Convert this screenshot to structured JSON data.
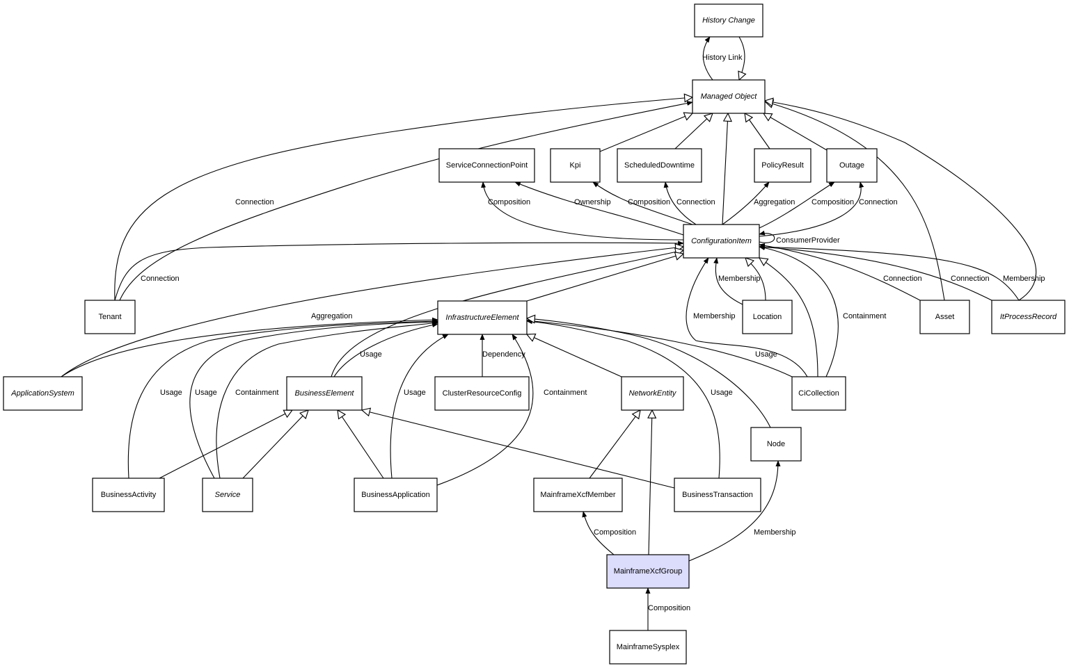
{
  "diagram": {
    "title": "MainframeXcfGroup class relationships",
    "nodes": [
      {
        "id": "HistoryChange",
        "label": "History Change",
        "abstract": true
      },
      {
        "id": "ManagedObject",
        "label": "Managed Object",
        "abstract": true
      },
      {
        "id": "ServiceConnectionPoint",
        "label": "ServiceConnectionPoint",
        "abstract": false
      },
      {
        "id": "Kpi",
        "label": "Kpi",
        "abstract": false
      },
      {
        "id": "ScheduledDowntime",
        "label": "ScheduledDowntime",
        "abstract": false
      },
      {
        "id": "PolicyResult",
        "label": "PolicyResult",
        "abstract": false
      },
      {
        "id": "Outage",
        "label": "Outage",
        "abstract": false
      },
      {
        "id": "ConfigurationItem",
        "label": "ConfigurationItem",
        "abstract": true
      },
      {
        "id": "Tenant",
        "label": "Tenant",
        "abstract": false
      },
      {
        "id": "InfrastructureElement",
        "label": "InfrastructureElement",
        "abstract": true
      },
      {
        "id": "Location",
        "label": "Location",
        "abstract": false
      },
      {
        "id": "Asset",
        "label": "Asset",
        "abstract": false
      },
      {
        "id": "ItProcessRecord",
        "label": "ItProcessRecord",
        "abstract": true
      },
      {
        "id": "ApplicationSystem",
        "label": "ApplicationSystem",
        "abstract": true
      },
      {
        "id": "BusinessElement",
        "label": "BusinessElement",
        "abstract": true
      },
      {
        "id": "ClusterResourceConfig",
        "label": "ClusterResourceConfig",
        "abstract": false
      },
      {
        "id": "NetworkEntity",
        "label": "NetworkEntity",
        "abstract": true
      },
      {
        "id": "CiCollection",
        "label": "CiCollection",
        "abstract": false
      },
      {
        "id": "Node",
        "label": "Node",
        "abstract": false
      },
      {
        "id": "BusinessActivity",
        "label": "BusinessActivity",
        "abstract": false
      },
      {
        "id": "Service",
        "label": "Service",
        "abstract": true
      },
      {
        "id": "BusinessApplication",
        "label": "BusinessApplication",
        "abstract": false
      },
      {
        "id": "MainframeXcfMember",
        "label": "MainframeXcfMember",
        "abstract": false
      },
      {
        "id": "BusinessTransaction",
        "label": "BusinessTransaction",
        "abstract": false
      },
      {
        "id": "MainframeXcfGroup",
        "label": "MainframeXcfGroup",
        "abstract": false,
        "highlight": true
      },
      {
        "id": "MainframeSysplex",
        "label": "MainframeSysplex",
        "abstract": false
      }
    ],
    "edges": [
      {
        "from": "ManagedObject",
        "to": "HistoryChange",
        "kind": "association",
        "label": "History Link"
      },
      {
        "from": "HistoryChange",
        "to": "ManagedObject",
        "kind": "inheritance",
        "label": ""
      },
      {
        "from": "Tenant",
        "to": "ManagedObject",
        "kind": "inheritance",
        "label": ""
      },
      {
        "from": "Tenant",
        "to": "ManagedObject",
        "kind": "association",
        "label": "Connection"
      },
      {
        "from": "Kpi",
        "to": "ManagedObject",
        "kind": "inheritance",
        "label": ""
      },
      {
        "from": "ScheduledDowntime",
        "to": "ManagedObject",
        "kind": "inheritance",
        "label": ""
      },
      {
        "from": "ConfigurationItem",
        "to": "ManagedObject",
        "kind": "inheritance",
        "label": ""
      },
      {
        "from": "PolicyResult",
        "to": "ManagedObject",
        "kind": "inheritance",
        "label": ""
      },
      {
        "from": "Outage",
        "to": "ManagedObject",
        "kind": "inheritance",
        "label": ""
      },
      {
        "from": "Asset",
        "to": "ManagedObject",
        "kind": "inheritance",
        "label": ""
      },
      {
        "from": "ItProcessRecord",
        "to": "ManagedObject",
        "kind": "inheritance",
        "label": ""
      },
      {
        "from": "ConfigurationItem",
        "to": "ServiceConnectionPoint",
        "kind": "association",
        "label": "Composition"
      },
      {
        "from": "ConfigurationItem",
        "to": "ServiceConnectionPoint",
        "kind": "association",
        "label": "Ownership"
      },
      {
        "from": "ConfigurationItem",
        "to": "Kpi",
        "kind": "association",
        "label": "Composition"
      },
      {
        "from": "ConfigurationItem",
        "to": "ScheduledDowntime",
        "kind": "association",
        "label": "Connection"
      },
      {
        "from": "ConfigurationItem",
        "to": "PolicyResult",
        "kind": "association",
        "label": "Aggregation"
      },
      {
        "from": "ConfigurationItem",
        "to": "Outage",
        "kind": "association",
        "label": "Composition"
      },
      {
        "from": "ConfigurationItem",
        "to": "Outage",
        "kind": "association",
        "label": "Connection"
      },
      {
        "from": "ConfigurationItem",
        "to": "ConfigurationItem",
        "kind": "association",
        "label": "ConsumerProvider"
      },
      {
        "from": "Tenant",
        "to": "ConfigurationItem",
        "kind": "association",
        "label": "Connection"
      },
      {
        "from": "ApplicationSystem",
        "to": "ConfigurationItem",
        "kind": "inheritance",
        "label": ""
      },
      {
        "from": "BusinessElement",
        "to": "ConfigurationItem",
        "kind": "inheritance",
        "label": ""
      },
      {
        "from": "InfrastructureElement",
        "to": "ConfigurationItem",
        "kind": "inheritance",
        "label": ""
      },
      {
        "from": "Location",
        "to": "ConfigurationItem",
        "kind": "association",
        "label": "Membership"
      },
      {
        "from": "Location",
        "to": "ConfigurationItem",
        "kind": "inheritance",
        "label": ""
      },
      {
        "from": "CiCollection",
        "to": "ConfigurationItem",
        "kind": "association",
        "label": "Membership"
      },
      {
        "from": "CiCollection",
        "to": "ConfigurationItem",
        "kind": "inheritance",
        "label": ""
      },
      {
        "from": "CiCollection",
        "to": "ConfigurationItem",
        "kind": "association",
        "label": "Containment"
      },
      {
        "from": "Asset",
        "to": "ConfigurationItem",
        "kind": "association",
        "label": "Connection"
      },
      {
        "from": "ItProcessRecord",
        "to": "ConfigurationItem",
        "kind": "association",
        "label": "Connection"
      },
      {
        "from": "ItProcessRecord",
        "to": "ConfigurationItem",
        "kind": "association",
        "label": "Membership"
      },
      {
        "from": "ApplicationSystem",
        "to": "InfrastructureElement",
        "kind": "association",
        "label": "Aggregation"
      },
      {
        "from": "BusinessActivity",
        "to": "InfrastructureElement",
        "kind": "association",
        "label": "Usage"
      },
      {
        "from": "Service",
        "to": "InfrastructureElement",
        "kind": "association",
        "label": "Usage"
      },
      {
        "from": "Service",
        "to": "InfrastructureElement",
        "kind": "association",
        "label": "Containment"
      },
      {
        "from": "BusinessElement",
        "to": "InfrastructureElement",
        "kind": "association",
        "label": "Usage"
      },
      {
        "from": "BusinessApplication",
        "to": "InfrastructureElement",
        "kind": "association",
        "label": "Usage"
      },
      {
        "from": "ClusterResourceConfig",
        "to": "InfrastructureElement",
        "kind": "association",
        "label": "Dependency"
      },
      {
        "from": "BusinessApplication",
        "to": "InfrastructureElement",
        "kind": "association",
        "label": "Containment"
      },
      {
        "from": "NetworkEntity",
        "to": "InfrastructureElement",
        "kind": "inheritance",
        "label": ""
      },
      {
        "from": "BusinessTransaction",
        "to": "InfrastructureElement",
        "kind": "association",
        "label": "Usage"
      },
      {
        "from": "CiCollection",
        "to": "InfrastructureElement",
        "kind": "association",
        "label": "Usage"
      },
      {
        "from": "Node",
        "to": "InfrastructureElement",
        "kind": "inheritance",
        "label": ""
      },
      {
        "from": "BusinessActivity",
        "to": "BusinessElement",
        "kind": "inheritance",
        "label": ""
      },
      {
        "from": "Service",
        "to": "BusinessElement",
        "kind": "inheritance",
        "label": ""
      },
      {
        "from": "BusinessApplication",
        "to": "BusinessElement",
        "kind": "inheritance",
        "label": ""
      },
      {
        "from": "BusinessTransaction",
        "to": "BusinessElement",
        "kind": "inheritance",
        "label": ""
      },
      {
        "from": "MainframeXcfMember",
        "to": "NetworkEntity",
        "kind": "inheritance",
        "label": ""
      },
      {
        "from": "MainframeXcfGroup",
        "to": "NetworkEntity",
        "kind": "inheritance",
        "label": ""
      },
      {
        "from": "MainframeXcfGroup",
        "to": "MainframeXcfMember",
        "kind": "association",
        "label": "Composition"
      },
      {
        "from": "MainframeXcfGroup",
        "to": "Node",
        "kind": "association",
        "label": "Membership"
      },
      {
        "from": "MainframeSysplex",
        "to": "MainframeXcfGroup",
        "kind": "association",
        "label": "Composition"
      }
    ]
  }
}
